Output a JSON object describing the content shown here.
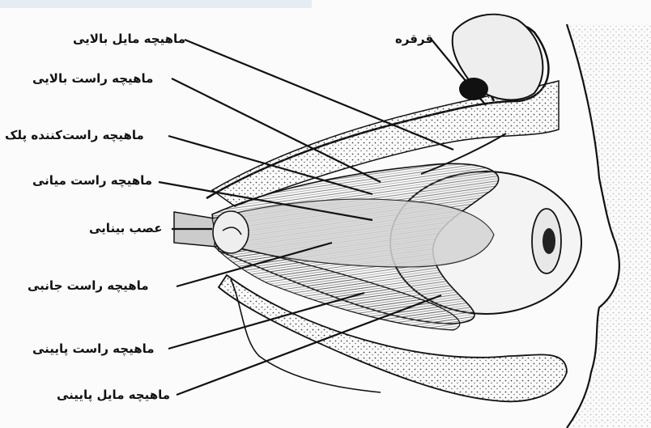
{
  "labels": {
    "superior_oblique": "ماهیچه مایل بالایی",
    "superior_rectus": "ماهیچه راست بالایی",
    "levator": "ماهیچه راست‌کننده پلک",
    "medial_rectus": "ماهیچه راست میانی",
    "optic_nerve": "عصب بینایی",
    "lateral_rectus": "ماهیچه راست جانبی",
    "inferior_rectus": "ماهیچه راست پایینی",
    "inferior_oblique": "ماهیچه مایل پایینی",
    "trochlea": "قرقره"
  },
  "colors": {
    "ink": "#111111",
    "bone": "#d8d8d8",
    "muscle": "#b8b8b8",
    "eye": "#f2f2f2",
    "top_bar": "#e6ecf3"
  }
}
